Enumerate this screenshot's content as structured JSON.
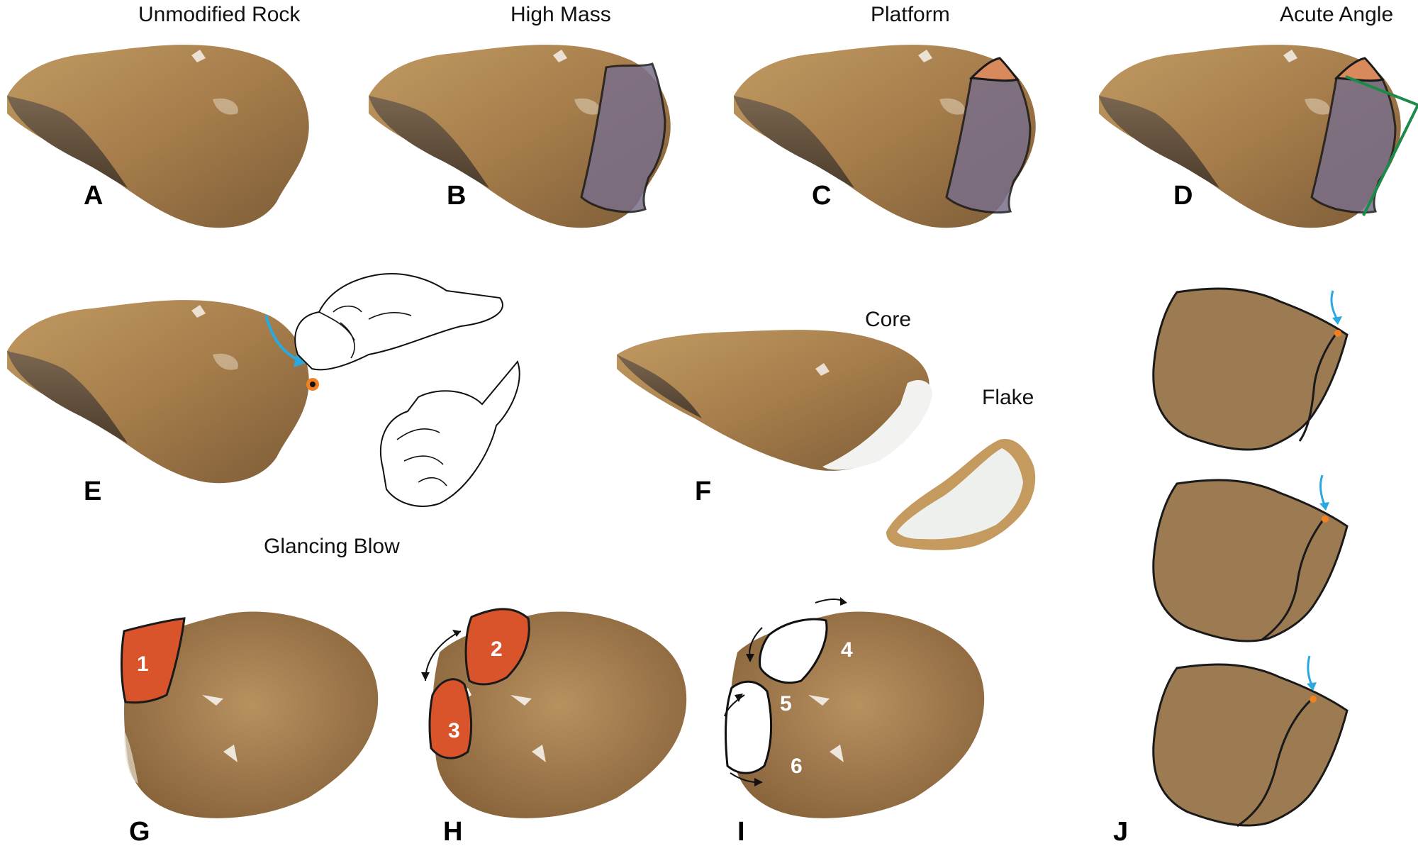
{
  "captions": {
    "a": "Unmodified Rock",
    "b": "High Mass",
    "c": "Platform",
    "d": "Acute Angle",
    "core": "Core",
    "flake": "Flake",
    "glancing": "Glancing Blow"
  },
  "panels": {
    "a": "A",
    "b": "B",
    "c": "C",
    "d": "D",
    "e": "E",
    "f": "F",
    "g": "G",
    "h": "H",
    "i": "I",
    "j": "J"
  },
  "scar_numbers": {
    "n1": "1",
    "n2": "2",
    "n3": "3",
    "n4": "4",
    "n5": "5",
    "n6": "6"
  },
  "colors": {
    "rock": "#a8804f",
    "rock_dark": "#6e5233",
    "mass": "#7a6f8a",
    "platform": "#d98a5c",
    "angle": "#1e8a4a",
    "scar": "#d9532b",
    "fracture": "#f2f2f0",
    "diagram_fill": "#9c7a52",
    "blow_arrow": "#2aa8e0",
    "impact": "#f08020"
  }
}
